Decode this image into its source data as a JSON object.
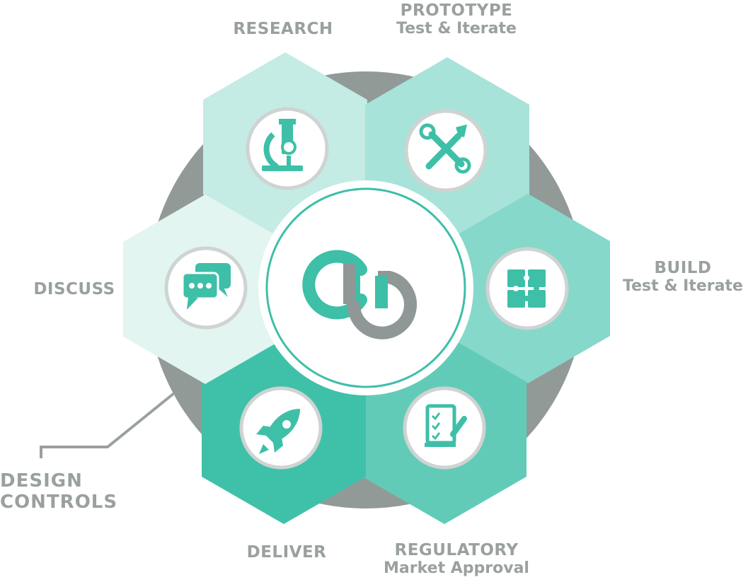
{
  "labels": {
    "research": "RESEARCH",
    "prototype": "PROTOTYPE",
    "prototype_sub": "Test & Iterate",
    "build": "BUILD",
    "build_sub": "Test & Iterate",
    "discuss": "DISCUSS",
    "deliver": "DELIVER",
    "regulatory": "REGULATORY",
    "regulatory_sub": "Market Approval",
    "design_line1": "DESIGN",
    "design_line2": "CONTROLS"
  },
  "icons": {
    "research": "microscope-icon",
    "prototype": "tools-icon",
    "build": "puzzle-icon",
    "discuss": "chat-bubbles-icon",
    "deliver": "rocket-icon",
    "regulatory": "checklist-pencil-icon",
    "center": "logo-icon"
  },
  "colors": {
    "research": "#c4ebe4",
    "prototype": "#a7e3d8",
    "build": "#86d8ca",
    "discuss": "#e2f5f1",
    "deliver": "#3fc1a9",
    "regulatory": "#62cbb8",
    "ring": "#929a98",
    "accent": "#3ebfa7",
    "gray": "#9aa0a0",
    "logo_gray": "#8f9896"
  }
}
